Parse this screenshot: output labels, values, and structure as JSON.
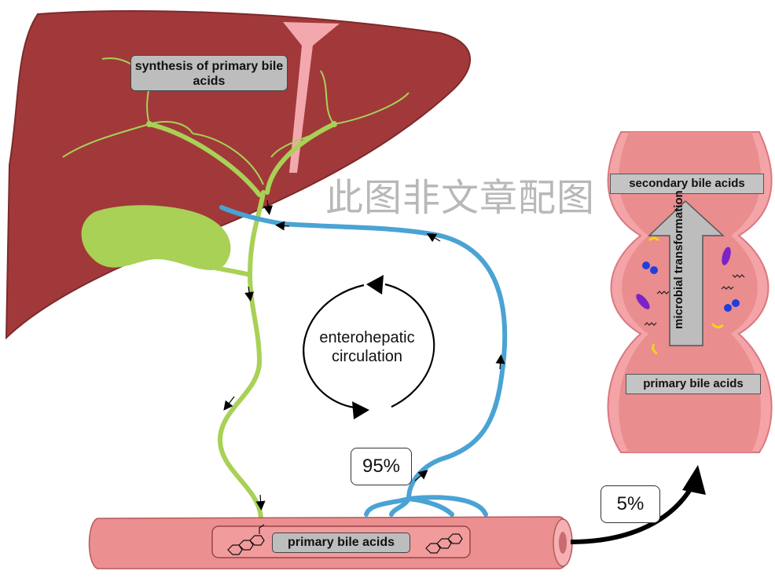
{
  "labels": {
    "synthesis": "synthesis of primary bile acids",
    "enterohepatic": "enterohepatic circulation",
    "percent_reabsorbed": "95%",
    "percent_colon": "5%",
    "primary_intestine": "primary bile acids",
    "secondary": "secondary bile acids",
    "microbial": "microbial transformation",
    "primary_colon": "primary bile acids"
  },
  "watermark": "此图非文章配图",
  "colors": {
    "liver": "#a1393a",
    "bile_duct": "#a8d156",
    "portal_vein": "#4aa3d4",
    "intestine": "#ec8f90",
    "colon": "#e98d8f"
  }
}
